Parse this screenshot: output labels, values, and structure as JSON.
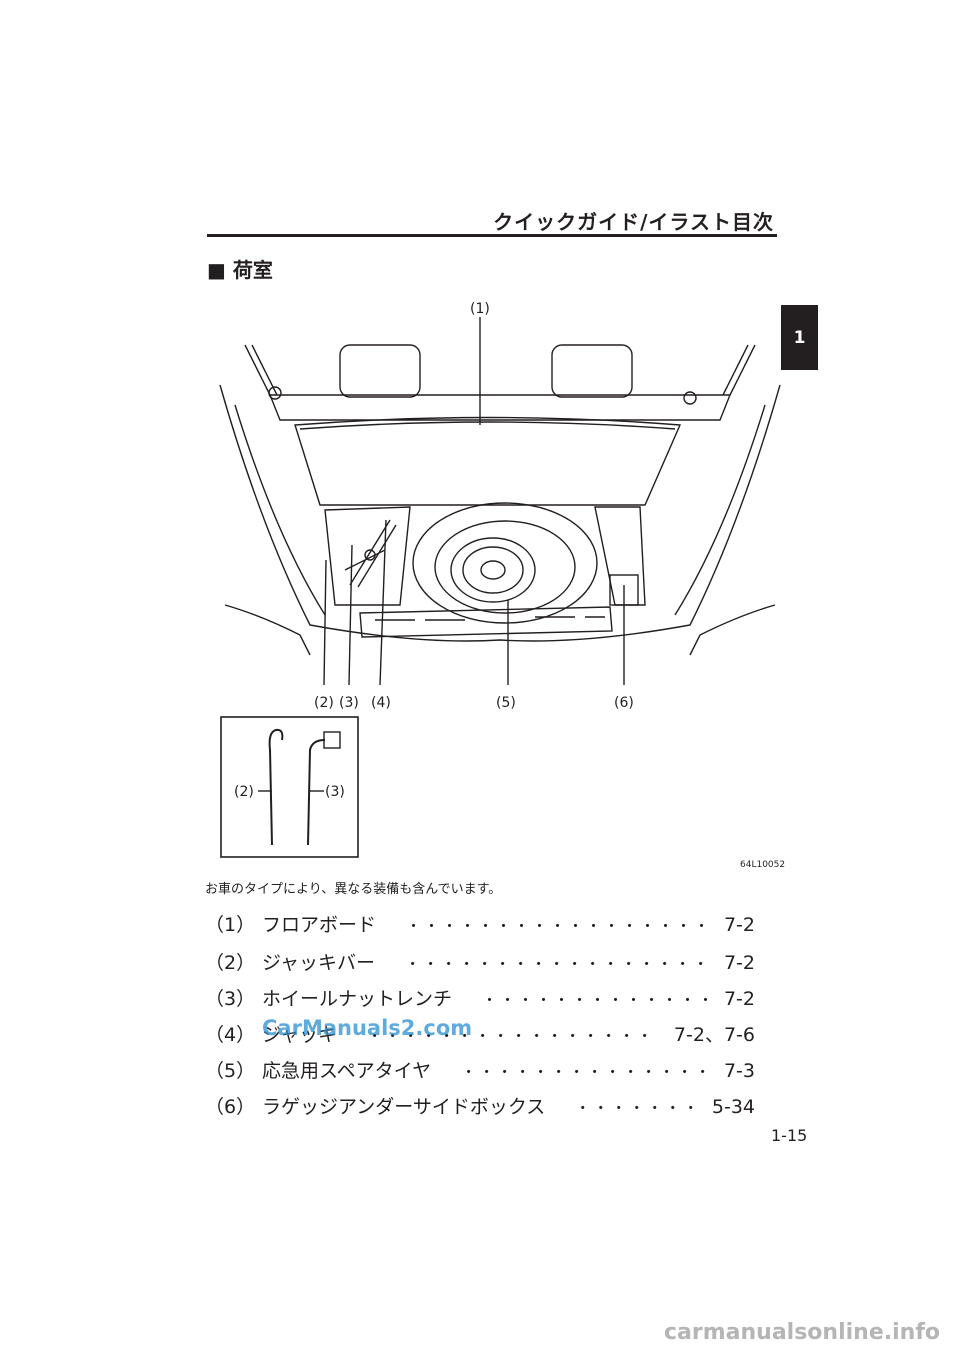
{
  "header": {
    "title": "クイックガイド/イラスト目次"
  },
  "chapter_tab": "1",
  "section": {
    "title": "■ 荷室"
  },
  "figure": {
    "callouts": [
      "(1)",
      "(2)",
      "(3)",
      "(4)",
      "(5)",
      "(6)"
    ],
    "inset_callouts": [
      "(2)",
      "(3)"
    ],
    "code": "64L10052"
  },
  "note": "お車のタイプにより、異なる装備も含んでいます。",
  "items": [
    {
      "num": "（1）",
      "label": "フロアボード",
      "page": "7-2"
    },
    {
      "num": "（2）",
      "label": "ジャッキバー",
      "page": "7-2"
    },
    {
      "num": "（3）",
      "label": "ホイールナットレンチ",
      "page": "7-2"
    },
    {
      "num": "（4）",
      "label": "ジャッキ",
      "page": "7-2、7-6"
    },
    {
      "num": "（5）",
      "label": "応急用スペアタイヤ",
      "page": "7-3"
    },
    {
      "num": "（6）",
      "label": "ラゲッジアンダーサイドボックス",
      "page": "5-34"
    }
  ],
  "page_number": "1-15",
  "watermark": "CarManuals2.com",
  "footer_watermark": "carmanualsonline.info"
}
